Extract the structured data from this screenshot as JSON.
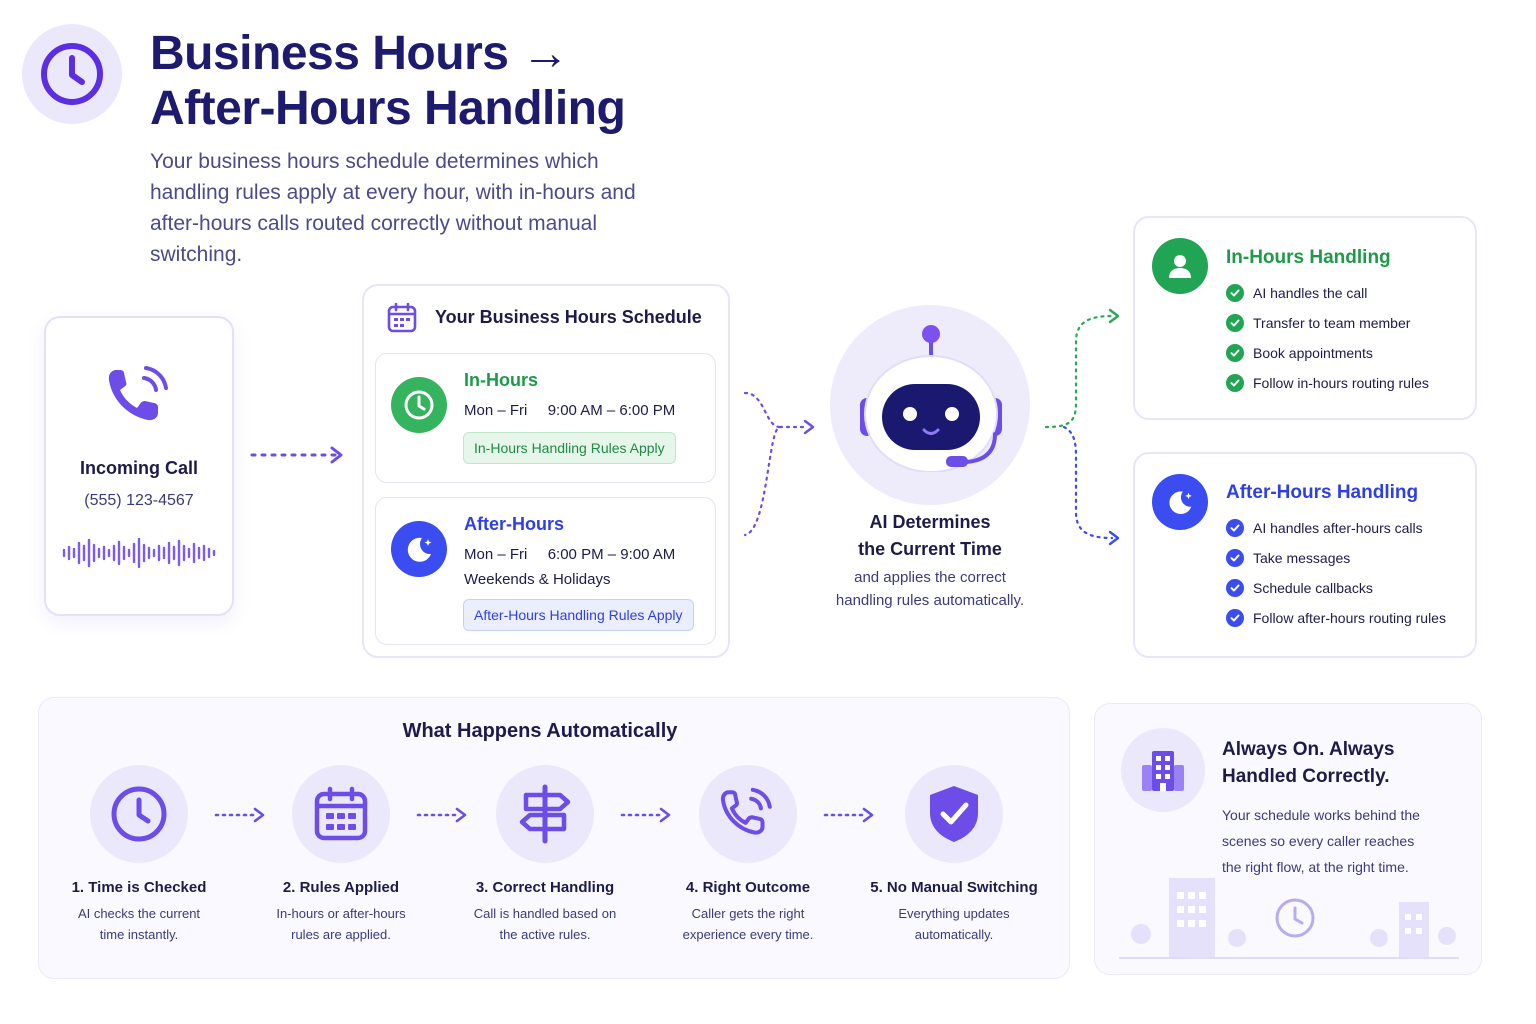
{
  "header": {
    "title_line1": "Business Hours →",
    "title_line2": "After-Hours Handling",
    "subtitle": "Your business hours schedule determines which handling rules apply at every hour, with in-hours and after-hours calls routed correctly without manual switching."
  },
  "incoming_call": {
    "title": "Incoming Call",
    "number": "(555) 123-4567"
  },
  "schedule": {
    "title": "Your Business Hours Schedule",
    "in_hours": {
      "label": "In-Hours",
      "days": "Mon – Fri",
      "time": "9:00 AM – 6:00 PM",
      "rule": "In-Hours Handling Rules Apply"
    },
    "after_hours": {
      "label": "After-Hours",
      "days": "Mon – Fri",
      "time": "6:00 PM – 9:00 AM",
      "extra": "Weekends & Holidays",
      "rule": "After-Hours Handling Rules Apply"
    }
  },
  "ai": {
    "title_line1": "AI Determines",
    "title_line2": "the Current Time",
    "desc_line1": "and applies the correct",
    "desc_line2": "handling rules automatically."
  },
  "in_hours_handling": {
    "title": "In-Hours Handling",
    "items": [
      "AI handles the call",
      "Transfer to team member",
      "Book appointments",
      "Follow in-hours routing rules"
    ]
  },
  "after_hours_handling": {
    "title": "After-Hours Handling",
    "items": [
      "AI handles after-hours calls",
      "Take messages",
      "Schedule callbacks",
      "Follow after-hours routing rules"
    ]
  },
  "automatic": {
    "title": "What Happens Automatically",
    "steps": [
      {
        "title": "1. Time is Checked",
        "desc1": "AI checks the current",
        "desc2": "time instantly.",
        "icon": "clock-icon"
      },
      {
        "title": "2. Rules Applied",
        "desc1": "In-hours or after-hours",
        "desc2": "rules are applied.",
        "icon": "calendar-icon"
      },
      {
        "title": "3. Correct Handling",
        "desc1": "Call is handled based on",
        "desc2": "the active rules.",
        "icon": "signpost-icon"
      },
      {
        "title": "4. Right Outcome",
        "desc1": "Caller gets the right",
        "desc2": "experience every time.",
        "icon": "phone-icon"
      },
      {
        "title": "5. No Manual Switching",
        "desc1": "Everything updates",
        "desc2": "automatically.",
        "icon": "shield-check-icon"
      }
    ]
  },
  "always": {
    "title_line1": "Always On. Always",
    "title_line2": "Handled Correctly.",
    "desc_line1": "Your schedule works behind the",
    "desc_line2": "scenes so every caller reaches",
    "desc_line3": "the right flow, at the right time."
  },
  "colors": {
    "navy": "#1e1b6e",
    "purple": "#6d4de8",
    "green": "#1f9a4a",
    "blue": "#2f3fe8"
  }
}
